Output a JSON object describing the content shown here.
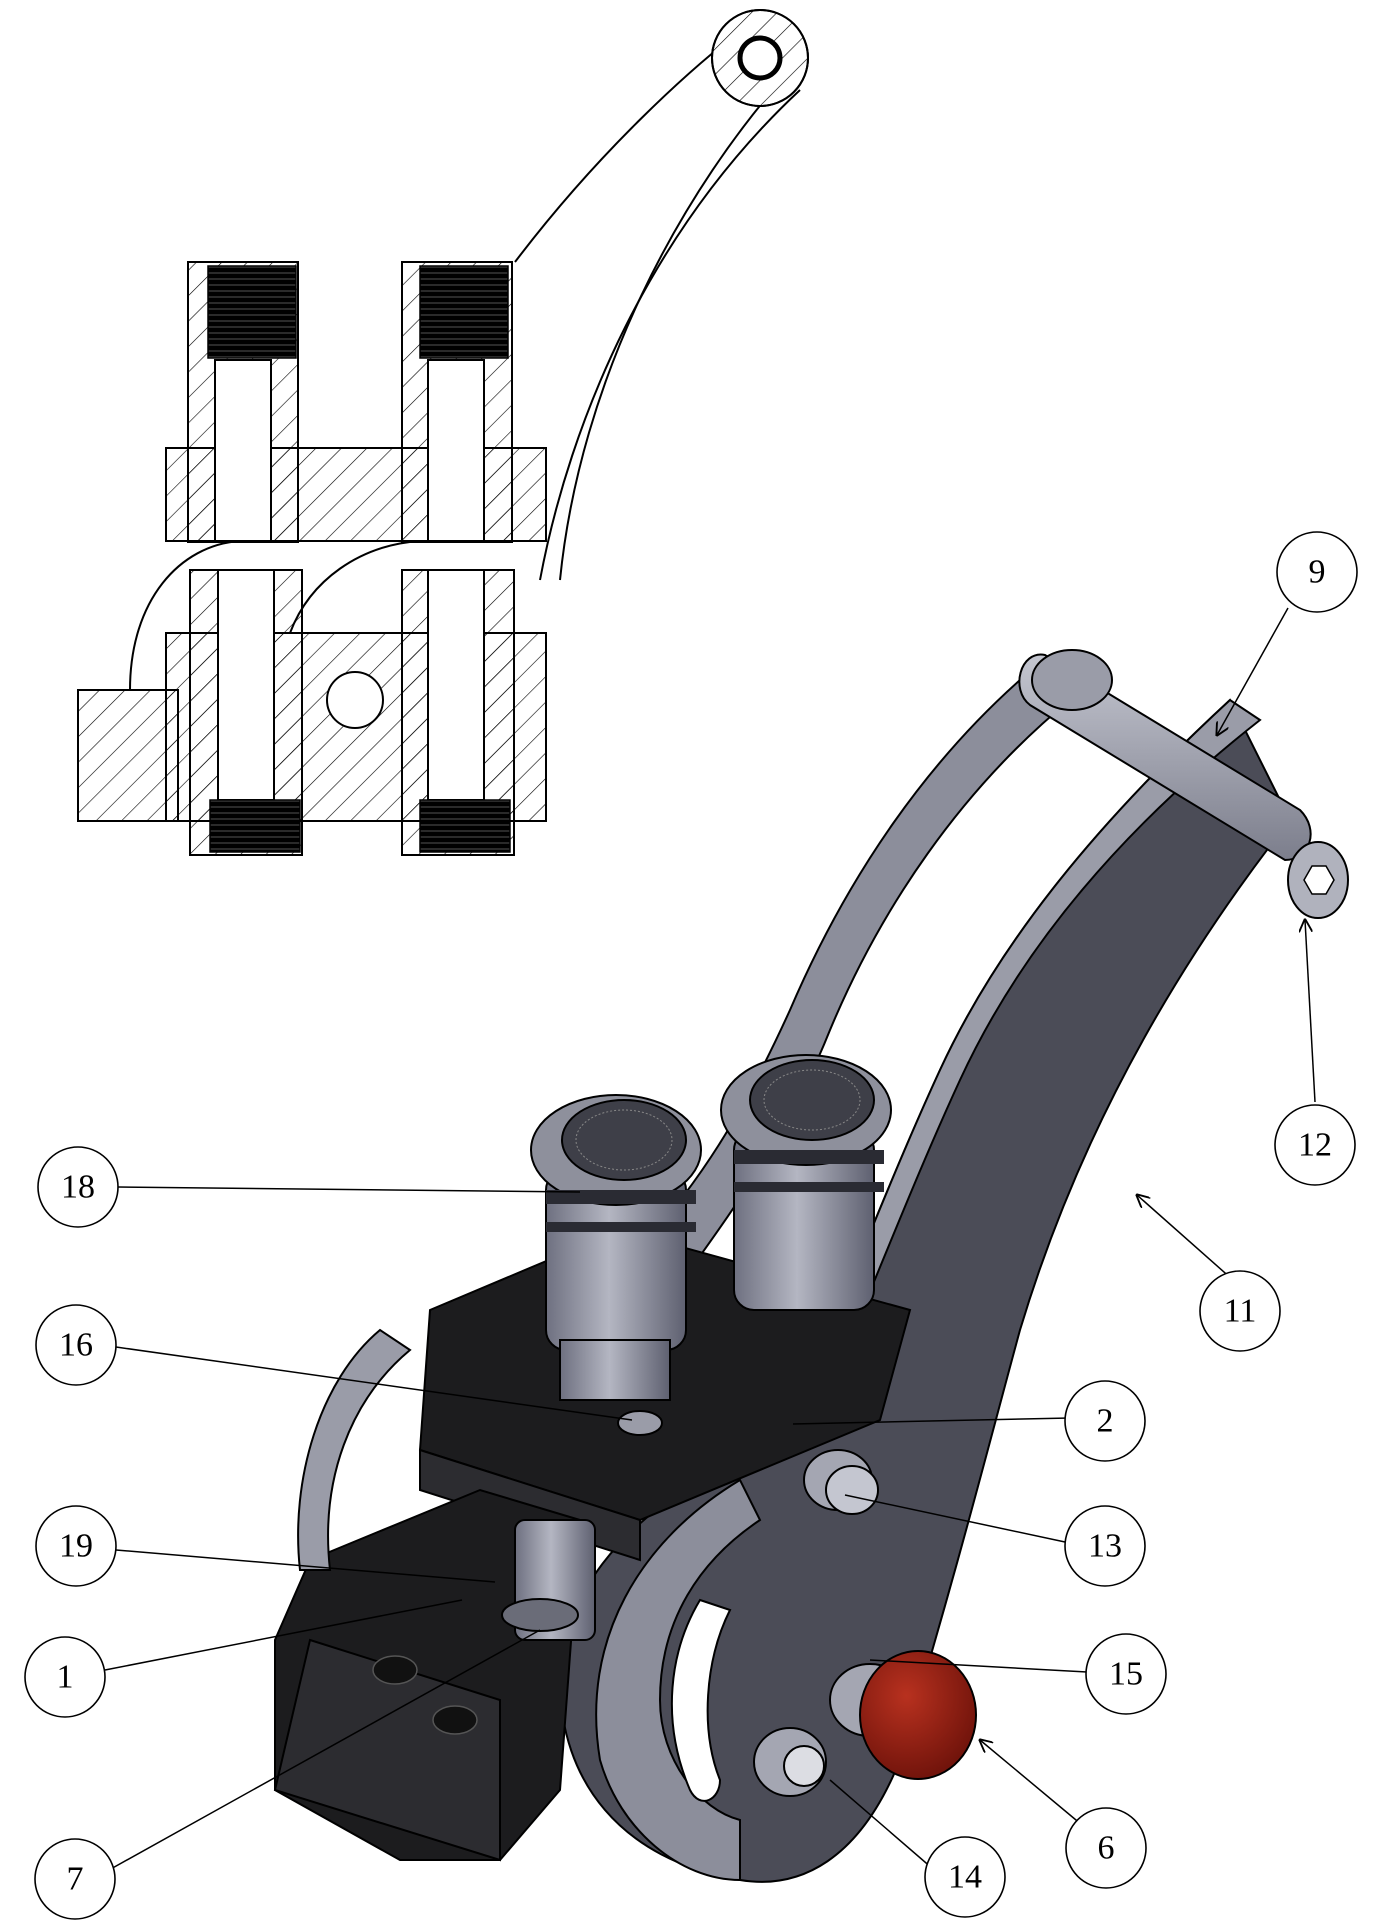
{
  "balloons": [
    {
      "id": "9",
      "label": "9"
    },
    {
      "id": "12",
      "label": "12"
    },
    {
      "id": "18",
      "label": "18"
    },
    {
      "id": "11",
      "label": "11"
    },
    {
      "id": "16",
      "label": "16"
    },
    {
      "id": "2",
      "label": "2"
    },
    {
      "id": "19",
      "label": "19"
    },
    {
      "id": "13",
      "label": "13"
    },
    {
      "id": "15",
      "label": "15"
    },
    {
      "id": "1",
      "label": "1"
    },
    {
      "id": "7",
      "label": "7"
    },
    {
      "id": "6",
      "label": "6"
    },
    {
      "id": "14",
      "label": "14"
    }
  ],
  "colors": {
    "arm_light": "#9a9ca8",
    "arm_mid": "#7d7f8c",
    "arm_dark": "#4b4c57",
    "block_black": "#1c1c1e",
    "block_dark": "#2c2c30",
    "knob_red": "#8e1a10",
    "section_hatch": "#000000"
  }
}
